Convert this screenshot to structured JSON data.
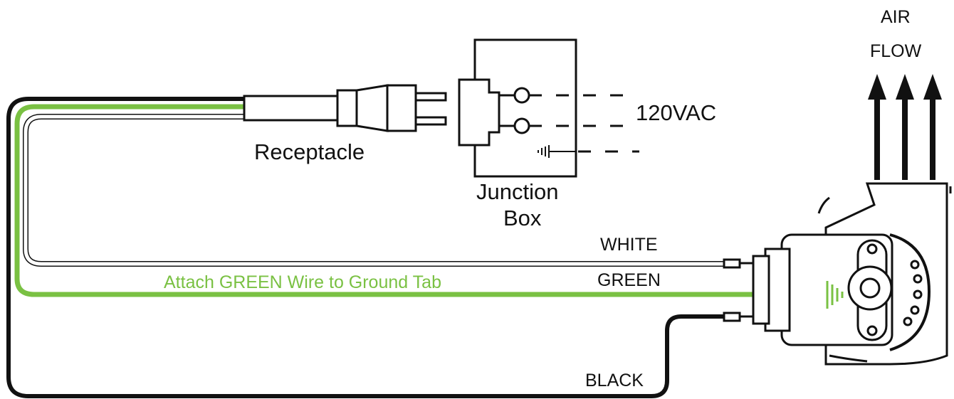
{
  "labels": {
    "air_flow_line1": "AIR",
    "air_flow_line2": "FLOW",
    "voltage": "120VAC",
    "receptacle": "Receptacle",
    "junction_line1": "Junction",
    "junction_line2": "Box",
    "white_wire": "WHITE",
    "green_wire": "GREEN",
    "black_wire": "BLACK",
    "green_instruction": "Attach GREEN Wire to Ground Tab"
  },
  "colors": {
    "green_wire": "#7ac143",
    "black_wire": "#111111",
    "white_wire": "#ffffff",
    "outline": "#111111"
  }
}
